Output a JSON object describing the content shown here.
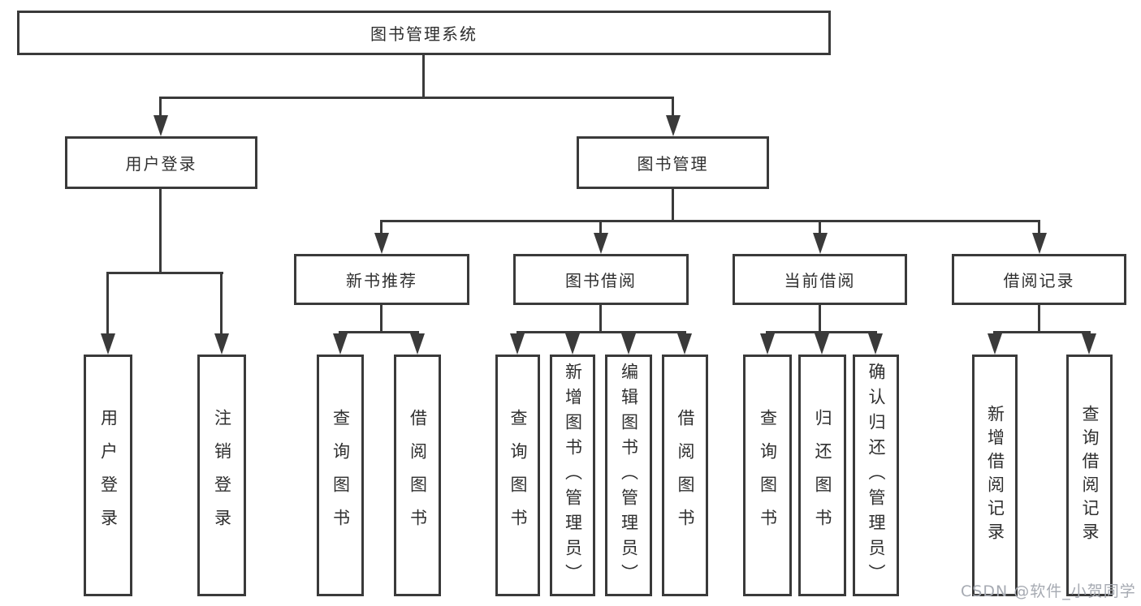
{
  "tree": {
    "root": "图书管理系统",
    "user_login": {
      "label": "用户登录",
      "children": [
        "用户登录",
        "注销登录"
      ]
    },
    "book_mgmt": {
      "label": "图书管理",
      "sections": [
        {
          "label": "新书推荐",
          "children": [
            "查询图书",
            "借阅图书"
          ]
        },
        {
          "label": "图书借阅",
          "children": [
            "查询图书",
            "新增图书（管理员）",
            "编辑图书（管理员）",
            "借阅图书"
          ]
        },
        {
          "label": "当前借阅",
          "children": [
            "查询图书",
            "归还图书",
            "确认归还（管理员）"
          ]
        },
        {
          "label": "借阅记录",
          "children": [
            "新增借阅记录",
            "查询借阅记录"
          ]
        }
      ]
    }
  },
  "watermark": "CSDN @软件_小贺同学",
  "colors": {
    "line": "#3a3a3a",
    "text": "#2f2f2f",
    "watermark": "#a6aab2",
    "background": "#ffffff"
  }
}
